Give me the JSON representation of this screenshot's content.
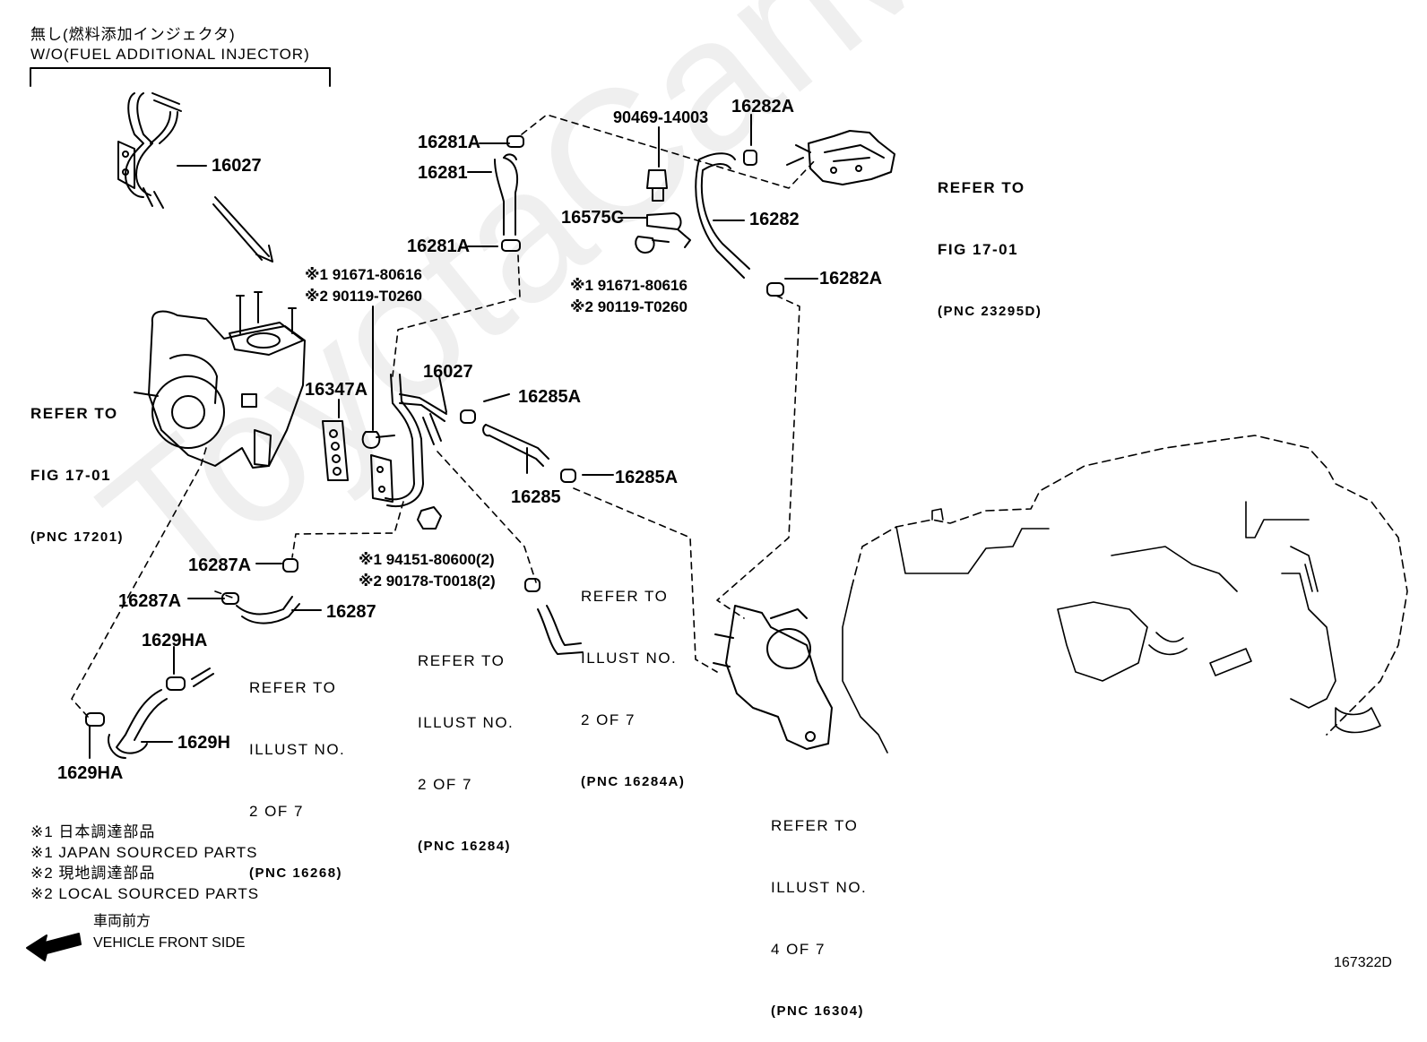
{
  "watermark": "ToyotaCarMine.ru",
  "header": {
    "jp": "無し(燃料添加インジェクタ)",
    "en": "W/O(FUEL ADDITIONAL INJECTOR)"
  },
  "parts": {
    "p16027_top": "16027",
    "p16027_mid": "16027",
    "p16281A_top": "16281A",
    "p16281": "16281",
    "p16281A_bot": "16281A",
    "p90469": "90469-14003",
    "p16282A_top": "16282A",
    "p16282": "16282",
    "p16282A_bot": "16282A",
    "p16575C": "16575C",
    "p16347A": "16347A",
    "p16285A_top": "16285A",
    "p16285": "16285",
    "p16285A_bot": "16285A",
    "p16287A_top": "16287A",
    "p16287A_bot": "16287A",
    "p16287": "16287",
    "p1629HA_top": "1629HA",
    "p1629H": "1629H",
    "p1629HA_bot": "1629HA"
  },
  "alt_parts": {
    "a1_l1": "※1 91671-80616",
    "a1_l2": "※2 90119-T0260",
    "a2_l1": "※1 91671-80616",
    "a2_l2": "※2 90119-T0260",
    "a3_l1": "※1 94151-80600(2)",
    "a3_l2": "※2 90178-T0018(2)"
  },
  "refs": {
    "r1": {
      "l1": "REFER TO",
      "l2": "FIG 17-01",
      "l3": "(PNC 23295D)"
    },
    "r2": {
      "l1": "REFER TO",
      "l2": "FIG 17-01",
      "l3": "(PNC 17201)"
    },
    "r3": {
      "l1": "REFER TO",
      "l2": "ILLUST NO.",
      "l3": "2 OF 7",
      "l4": "(PNC 16284A)"
    },
    "r4": {
      "l1": "REFER TO",
      "l2": "ILLUST NO.",
      "l3": "2 OF 7",
      "l4": "(PNC 16284)"
    },
    "r5": {
      "l1": "REFER TO",
      "l2": "ILLUST NO.",
      "l3": "2 OF 7",
      "l4": "(PNC 16268)"
    },
    "r6": {
      "l1": "REFER TO",
      "l2": "ILLUST NO.",
      "l3": "4 OF 7",
      "l4": "(PNC 16304)"
    }
  },
  "legend": {
    "l1": "※1 日本調達部品",
    "l2": "※1 JAPAN SOURCED PARTS",
    "l3": "※2 現地調達部品",
    "l4": "※2 LOCAL SOURCED PARTS"
  },
  "front": {
    "jp": "車両前方",
    "en": "VEHICLE FRONT SIDE"
  },
  "figure_id": "167322D"
}
